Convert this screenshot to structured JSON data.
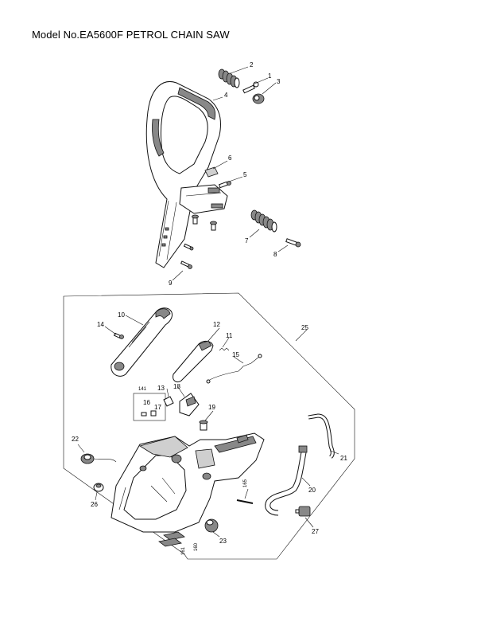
{
  "title": "Model No.EA5600F PETROL CHAIN SAW",
  "callouts": {
    "c1": "1",
    "c2": "2",
    "c3": "3",
    "c4": "4",
    "c5": "5",
    "c6": "6",
    "c7": "7",
    "c8": "8",
    "c9": "9",
    "c10": "10",
    "c11": "11",
    "c12": "12",
    "c13": "13",
    "c14": "14",
    "c15": "15",
    "c16": "16",
    "c17": "17",
    "c18": "18",
    "c19": "19",
    "c20": "20",
    "c21": "21",
    "c22": "22",
    "c23": "23",
    "c25": "25",
    "c26": "26",
    "c27": "27",
    "c141": "141",
    "c160": "160",
    "c161": "161",
    "c165": "165"
  }
}
